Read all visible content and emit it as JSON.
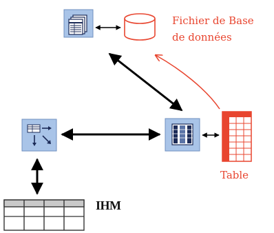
{
  "diagram": {
    "labels": {
      "database_file": [
        "Fichier de Base",
        "de données"
      ],
      "table": "Table",
      "ihm": "IHM"
    },
    "nodes": [
      {
        "id": "dataset-component",
        "icon": "dataset-icon"
      },
      {
        "id": "database-file",
        "icon": "database-cylinder-icon"
      },
      {
        "id": "query-component",
        "icon": "query-icon"
      },
      {
        "id": "datasource-component",
        "icon": "datasource-icon"
      },
      {
        "id": "table",
        "icon": "table-grid-icon"
      },
      {
        "id": "ihm",
        "icon": "ui-grid-icon"
      }
    ],
    "edges": [
      {
        "from": "dataset-component",
        "to": "database-file",
        "style": "double-arrow-small"
      },
      {
        "from": "dataset-component",
        "to": "datasource-component",
        "style": "double-arrow-bold"
      },
      {
        "from": "query-component",
        "to": "datasource-component",
        "style": "double-arrow-bold"
      },
      {
        "from": "datasource-component",
        "to": "table",
        "style": "double-arrow-small"
      },
      {
        "from": "table",
        "to": "database-file",
        "style": "arrow-red"
      },
      {
        "from": "query-component",
        "to": "ihm",
        "style": "double-arrow-bold"
      }
    ],
    "colors": {
      "icon_fill": "#a9c4e8",
      "icon_border": "#6f8fbf",
      "accent_red": "#e8452f",
      "arrow": "#000000"
    }
  }
}
